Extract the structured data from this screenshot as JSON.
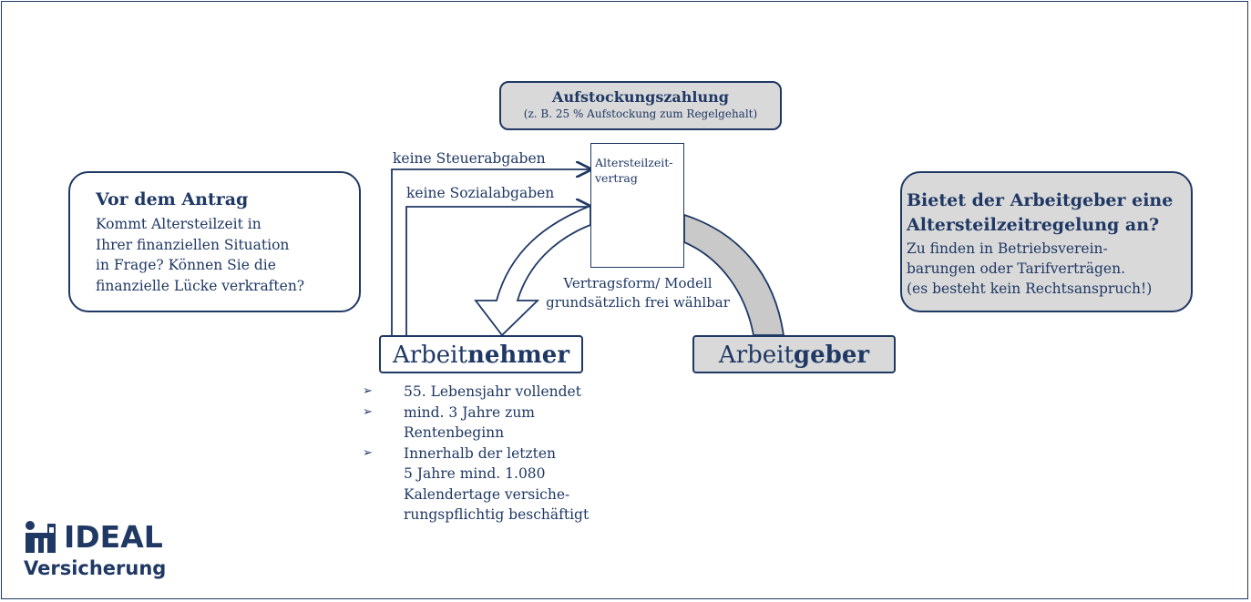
{
  "aufstockung": {
    "title": "Aufstockungszahlung",
    "subtitle": "(z. B. 25 % Aufstockung zum Regelgehalt)"
  },
  "vor_antrag": {
    "title": "Vor dem Antrag",
    "lines": [
      "Kommt Altersteilzeit in",
      "Ihrer finanziellen Situation",
      "in Frage? Können Sie die",
      "finanzielle Lücke verkraften?"
    ]
  },
  "vertrag": {
    "lines": [
      "Altersteilzeit-",
      "vertrag"
    ]
  },
  "arrows": {
    "steuer": "keine Steuerabgaben",
    "sozial": "keine Sozialabgaben",
    "form_lines": [
      "Vertragsform/ Modell",
      "grundsätzlich frei wählbar"
    ]
  },
  "arbeitnehmer": {
    "regular": "Arbeit",
    "bold": "nehmer"
  },
  "arbeitgeber": {
    "regular": "Arbeit",
    "bold": "geber"
  },
  "bietet": {
    "title_lines": [
      "Bietet der Arbeitgeber eine",
      "Altersteilzeitregelung an?"
    ],
    "lines": [
      "Zu finden in Betriebsverein-",
      "barungen oder Tarifverträgen.",
      "(es besteht kein Rechtsanspruch!)"
    ]
  },
  "requirements": {
    "marker": "➢",
    "items": [
      {
        "lines": [
          "55. Lebensjahr vollendet"
        ]
      },
      {
        "lines": [
          "mind. 3 Jahre zum",
          "Rentenbeginn"
        ]
      },
      {
        "lines": [
          "Innerhalb der letzten",
          "5 Jahre mind. 1.080",
          "Kalendertage versiche-",
          "rungspflichtig beschäftigt"
        ]
      }
    ]
  },
  "logo": {
    "brand": "IDEAL",
    "sub": "Versicherung",
    "icon": "ideal-logo-icon"
  },
  "colors": {
    "primary": "#1f3864",
    "grey_fill": "#d9d9d9"
  }
}
